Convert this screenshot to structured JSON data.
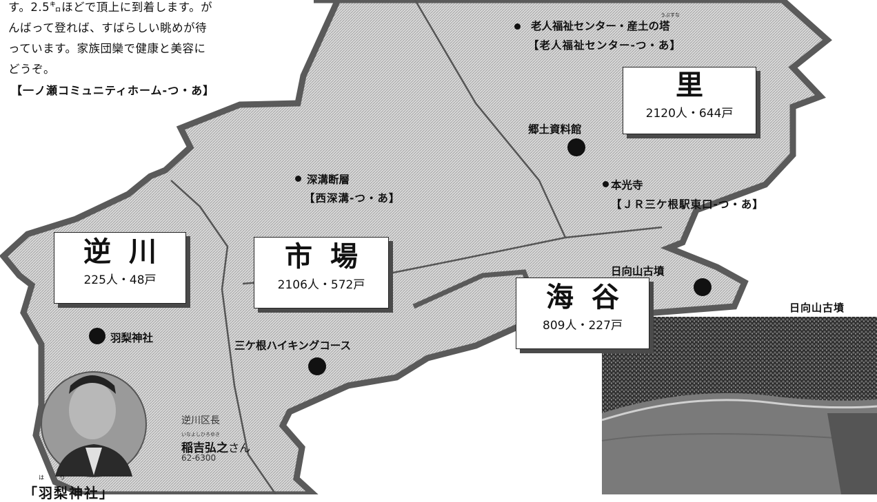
{
  "intro": {
    "line1": "す。2.5㌔ほどで頂上に到着します。が",
    "line2": "んばって登れば、すばらしい眺めが待",
    "line3": "っています。家族団欒で健康と美容に",
    "line4": "どうぞ。",
    "ref": "【一ノ瀬コミュニティホーム-つ・あ】"
  },
  "districts": [
    {
      "name": "里",
      "stats": "2120人・644戸"
    },
    {
      "name": "市場",
      "stats": "2106人・572戸"
    },
    {
      "name": "逆川",
      "stats": "225人・48戸"
    },
    {
      "name": "海谷",
      "stats": "809人・227戸"
    }
  ],
  "spots": {
    "elder_center": "老人福祉センター・産土の塔",
    "elder_center_ruby": "うぶすな",
    "elder_center_ref": "【老人福祉センター-つ・あ】",
    "museum": "郷土資料館",
    "fault": "深溝断層",
    "fault_ref": "【西深溝-つ・あ】",
    "temple": "本光寺",
    "temple_ref": "【ＪＲ三ケ根駅東口-つ・あ】",
    "kofun": "日向山古墳",
    "shrine": "羽梨神社",
    "hiking": "三ケ根ハイキングコース"
  },
  "photo": {
    "caption": "日向山古墳"
  },
  "chief": {
    "title": "逆川区長",
    "name": "稲吉弘之",
    "name_ruby": "いなよしひろゆき",
    "honorific": "さん",
    "phone": "62-6300"
  },
  "bottom": {
    "title": "「羽梨神社」",
    "ruby": "は り"
  },
  "colors": {
    "map_fill": "#d4d4d4",
    "map_border": "#5a5a5a",
    "box_shadow": "#4a4a4a"
  }
}
